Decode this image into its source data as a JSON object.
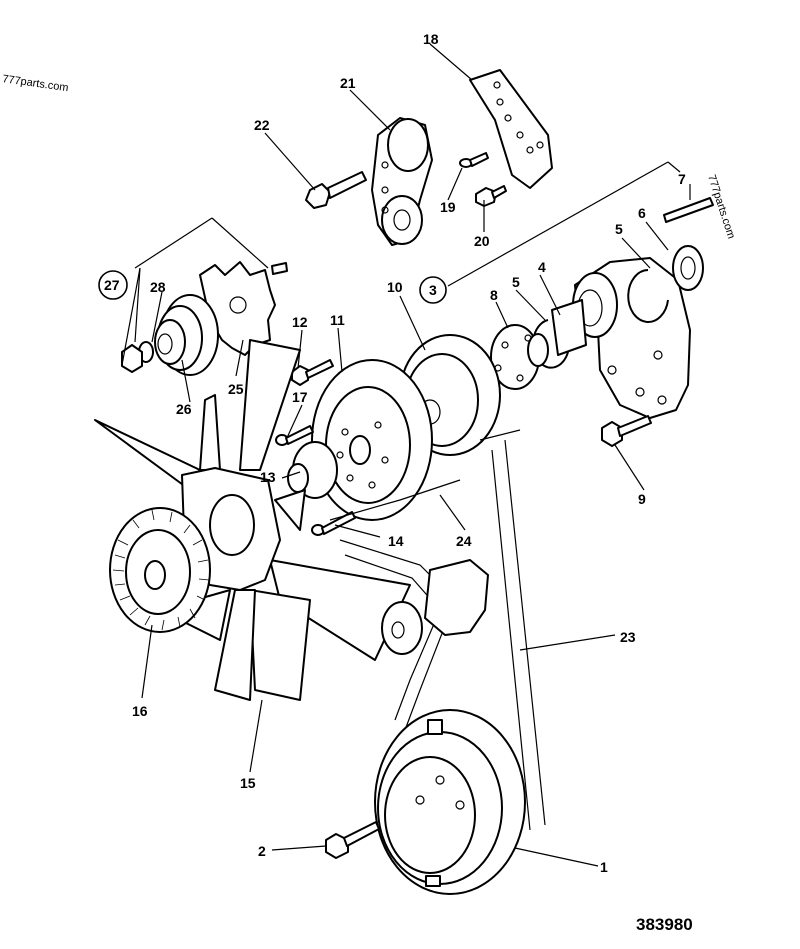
{
  "watermark": {
    "left": "777parts.com",
    "right": "777parts.com"
  },
  "drawing_number": "383980",
  "callouts": {
    "c1": "1",
    "c2": "2",
    "c3": "3",
    "c4": "4",
    "c5a": "5",
    "c5b": "5",
    "c6": "6",
    "c7": "7",
    "c8": "8",
    "c9": "9",
    "c10": "10",
    "c11": "11",
    "c12": "12",
    "c13": "13",
    "c14": "14",
    "c15": "15",
    "c16": "16",
    "c17": "17",
    "c18": "18",
    "c19": "19",
    "c20": "20",
    "c21": "21",
    "c22": "22",
    "c23": "23",
    "c24": "24",
    "c25": "25",
    "c26": "26",
    "c27": "27",
    "c28": "28"
  }
}
